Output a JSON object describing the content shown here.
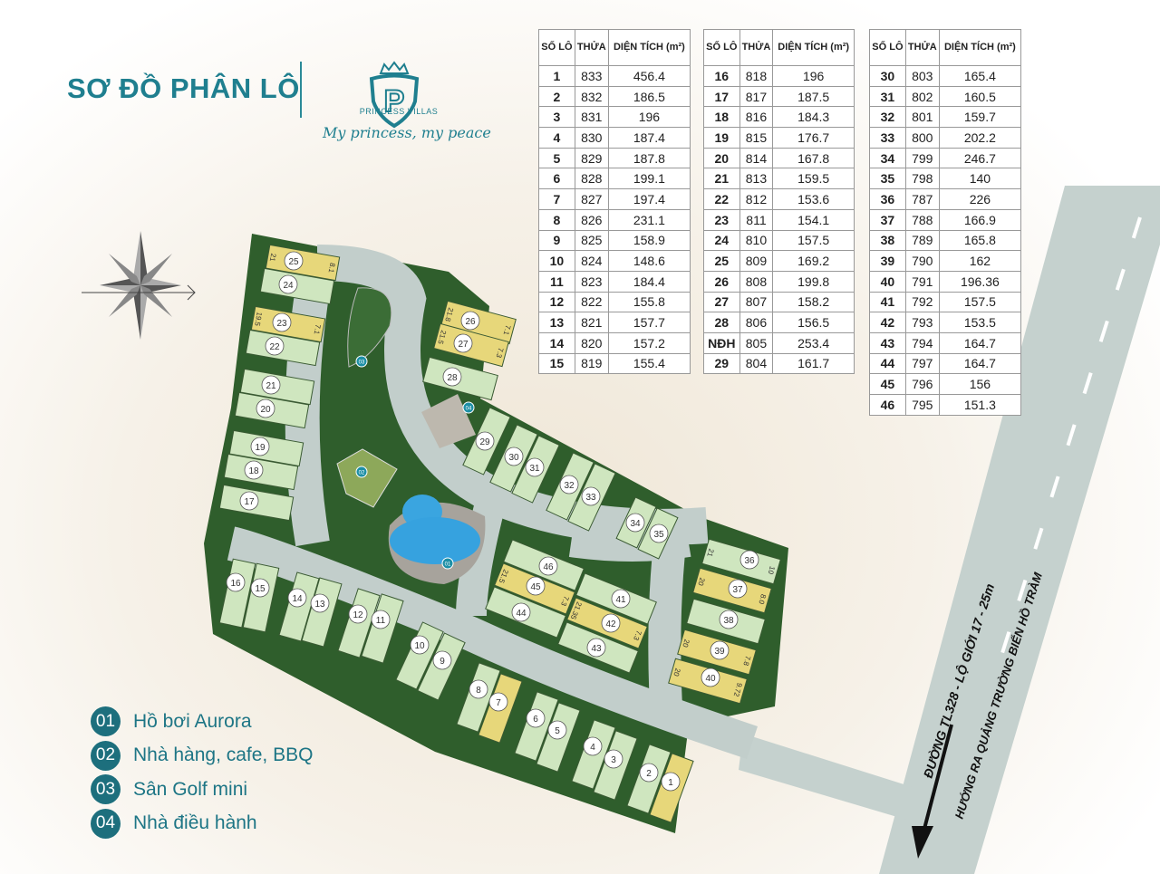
{
  "title": "SƠ ĐỒ PHÂN LÔ",
  "brand": {
    "name": "PRINCESS VILLAS",
    "slogan": "My princess, my peace",
    "logo_letter": "P"
  },
  "table_headers": [
    "SỐ LÔ",
    "THỬA",
    "DIỆN TÍCH (m²)"
  ],
  "tables": [
    [
      [
        "1",
        "833",
        "456.4"
      ],
      [
        "2",
        "832",
        "186.5"
      ],
      [
        "3",
        "831",
        "196"
      ],
      [
        "4",
        "830",
        "187.4"
      ],
      [
        "5",
        "829",
        "187.8"
      ],
      [
        "6",
        "828",
        "199.1"
      ],
      [
        "7",
        "827",
        "197.4"
      ],
      [
        "8",
        "826",
        "231.1"
      ],
      [
        "9",
        "825",
        "158.9"
      ],
      [
        "10",
        "824",
        "148.6"
      ],
      [
        "11",
        "823",
        "184.4"
      ],
      [
        "12",
        "822",
        "155.8"
      ],
      [
        "13",
        "821",
        "157.7"
      ],
      [
        "14",
        "820",
        "157.2"
      ],
      [
        "15",
        "819",
        "155.4"
      ]
    ],
    [
      [
        "16",
        "818",
        "196"
      ],
      [
        "17",
        "817",
        "187.5"
      ],
      [
        "18",
        "816",
        "184.3"
      ],
      [
        "19",
        "815",
        "176.7"
      ],
      [
        "20",
        "814",
        "167.8"
      ],
      [
        "21",
        "813",
        "159.5"
      ],
      [
        "22",
        "812",
        "153.6"
      ],
      [
        "23",
        "811",
        "154.1"
      ],
      [
        "24",
        "810",
        "157.5"
      ],
      [
        "25",
        "809",
        "169.2"
      ],
      [
        "26",
        "808",
        "199.8"
      ],
      [
        "27",
        "807",
        "158.2"
      ],
      [
        "28",
        "806",
        "156.5"
      ],
      [
        "NĐH",
        "805",
        "253.4"
      ],
      [
        "29",
        "804",
        "161.7"
      ]
    ],
    [
      [
        "30",
        "803",
        "165.4"
      ],
      [
        "31",
        "802",
        "160.5"
      ],
      [
        "32",
        "801",
        "159.7"
      ],
      [
        "33",
        "800",
        "202.2"
      ],
      [
        "34",
        "799",
        "246.7"
      ],
      [
        "35",
        "798",
        "140"
      ],
      [
        "36",
        "787",
        "226"
      ],
      [
        "37",
        "788",
        "166.9"
      ],
      [
        "38",
        "789",
        "165.8"
      ],
      [
        "39",
        "790",
        "162"
      ],
      [
        "40",
        "791",
        "196.36"
      ],
      [
        "41",
        "792",
        "157.5"
      ],
      [
        "42",
        "793",
        "153.5"
      ],
      [
        "43",
        "794",
        "164.7"
      ],
      [
        "44",
        "797",
        "164.7"
      ],
      [
        "45",
        "796",
        "156"
      ],
      [
        "46",
        "795",
        "151.3"
      ]
    ]
  ],
  "legend": [
    {
      "num": "01",
      "label": "Hồ bơi Aurora"
    },
    {
      "num": "02",
      "label": "Nhà hàng, cafe, BBQ"
    },
    {
      "num": "03",
      "label": "Sân Golf mini"
    },
    {
      "num": "04",
      "label": "Nhà điều hành"
    }
  ],
  "road": {
    "name": "ĐƯỜNG TL328 - LỘ GIỚI 17 - 25m",
    "direction": "HƯỚNG RA QUẢNG TRƯỜNG BIỂN HỒ TRÀM"
  },
  "highlighted_plots": [
    "1",
    "7",
    "23",
    "25",
    "26",
    "27",
    "37",
    "39",
    "40",
    "42",
    "45"
  ],
  "plot_dims": {
    "25": [
      "21",
      "8.1"
    ],
    "23": [
      "19.5",
      "7.1"
    ],
    "26": [
      "21.8",
      "7.1"
    ],
    "27": [
      "21.5",
      "7.3"
    ],
    "45": [
      "21.5",
      "7.3"
    ],
    "42": [
      "21.35",
      "7.3"
    ],
    "36": [
      "21",
      "10"
    ],
    "37": [
      "20",
      "8.0"
    ],
    "39": [
      "20",
      "7.8"
    ],
    "40": [
      "20",
      "9.72"
    ]
  },
  "colors": {
    "accent": "#1f7f8f",
    "plot": "#cfe6bf",
    "plot_highlight": "#e7d77a",
    "green": "#2f5e2c",
    "road": "#c2cecb"
  }
}
